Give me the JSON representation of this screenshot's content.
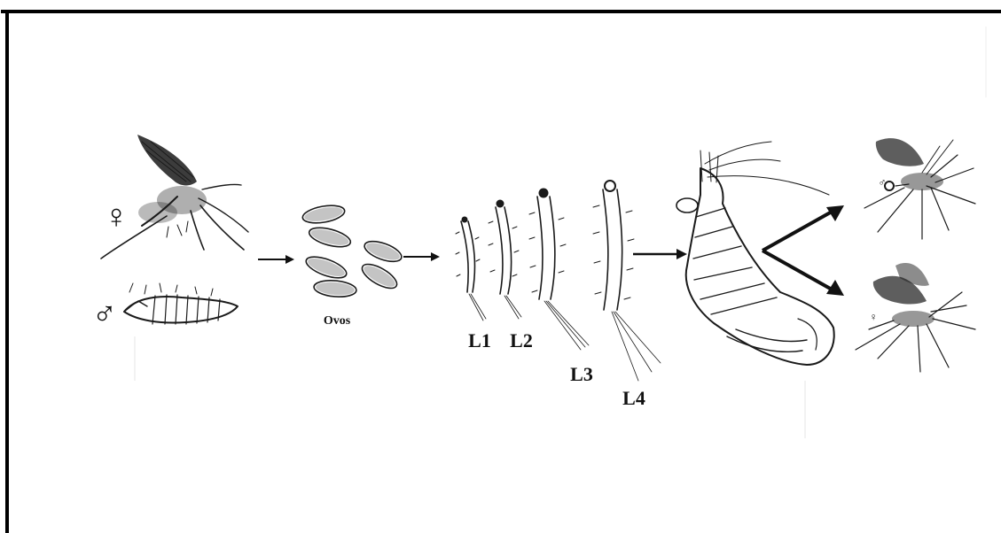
{
  "diagram": {
    "female_symbol": "♀",
    "male_symbol": "♂",
    "eggs_label": "Ovos",
    "larva_labels": [
      "L1",
      "L2",
      "L3",
      "L4"
    ],
    "small_female_symbol": "♂",
    "small_male_symbol": "♀",
    "colors": {
      "ink": "#1a1a1a",
      "frame": "#000000",
      "background": "#ffffff"
    },
    "icons": [
      "sandfly-female-icon",
      "sandfly-male-icon",
      "eggs-icon",
      "larva-icon",
      "pupa-icon",
      "adult-sandfly-icon",
      "arrow-icon"
    ]
  }
}
